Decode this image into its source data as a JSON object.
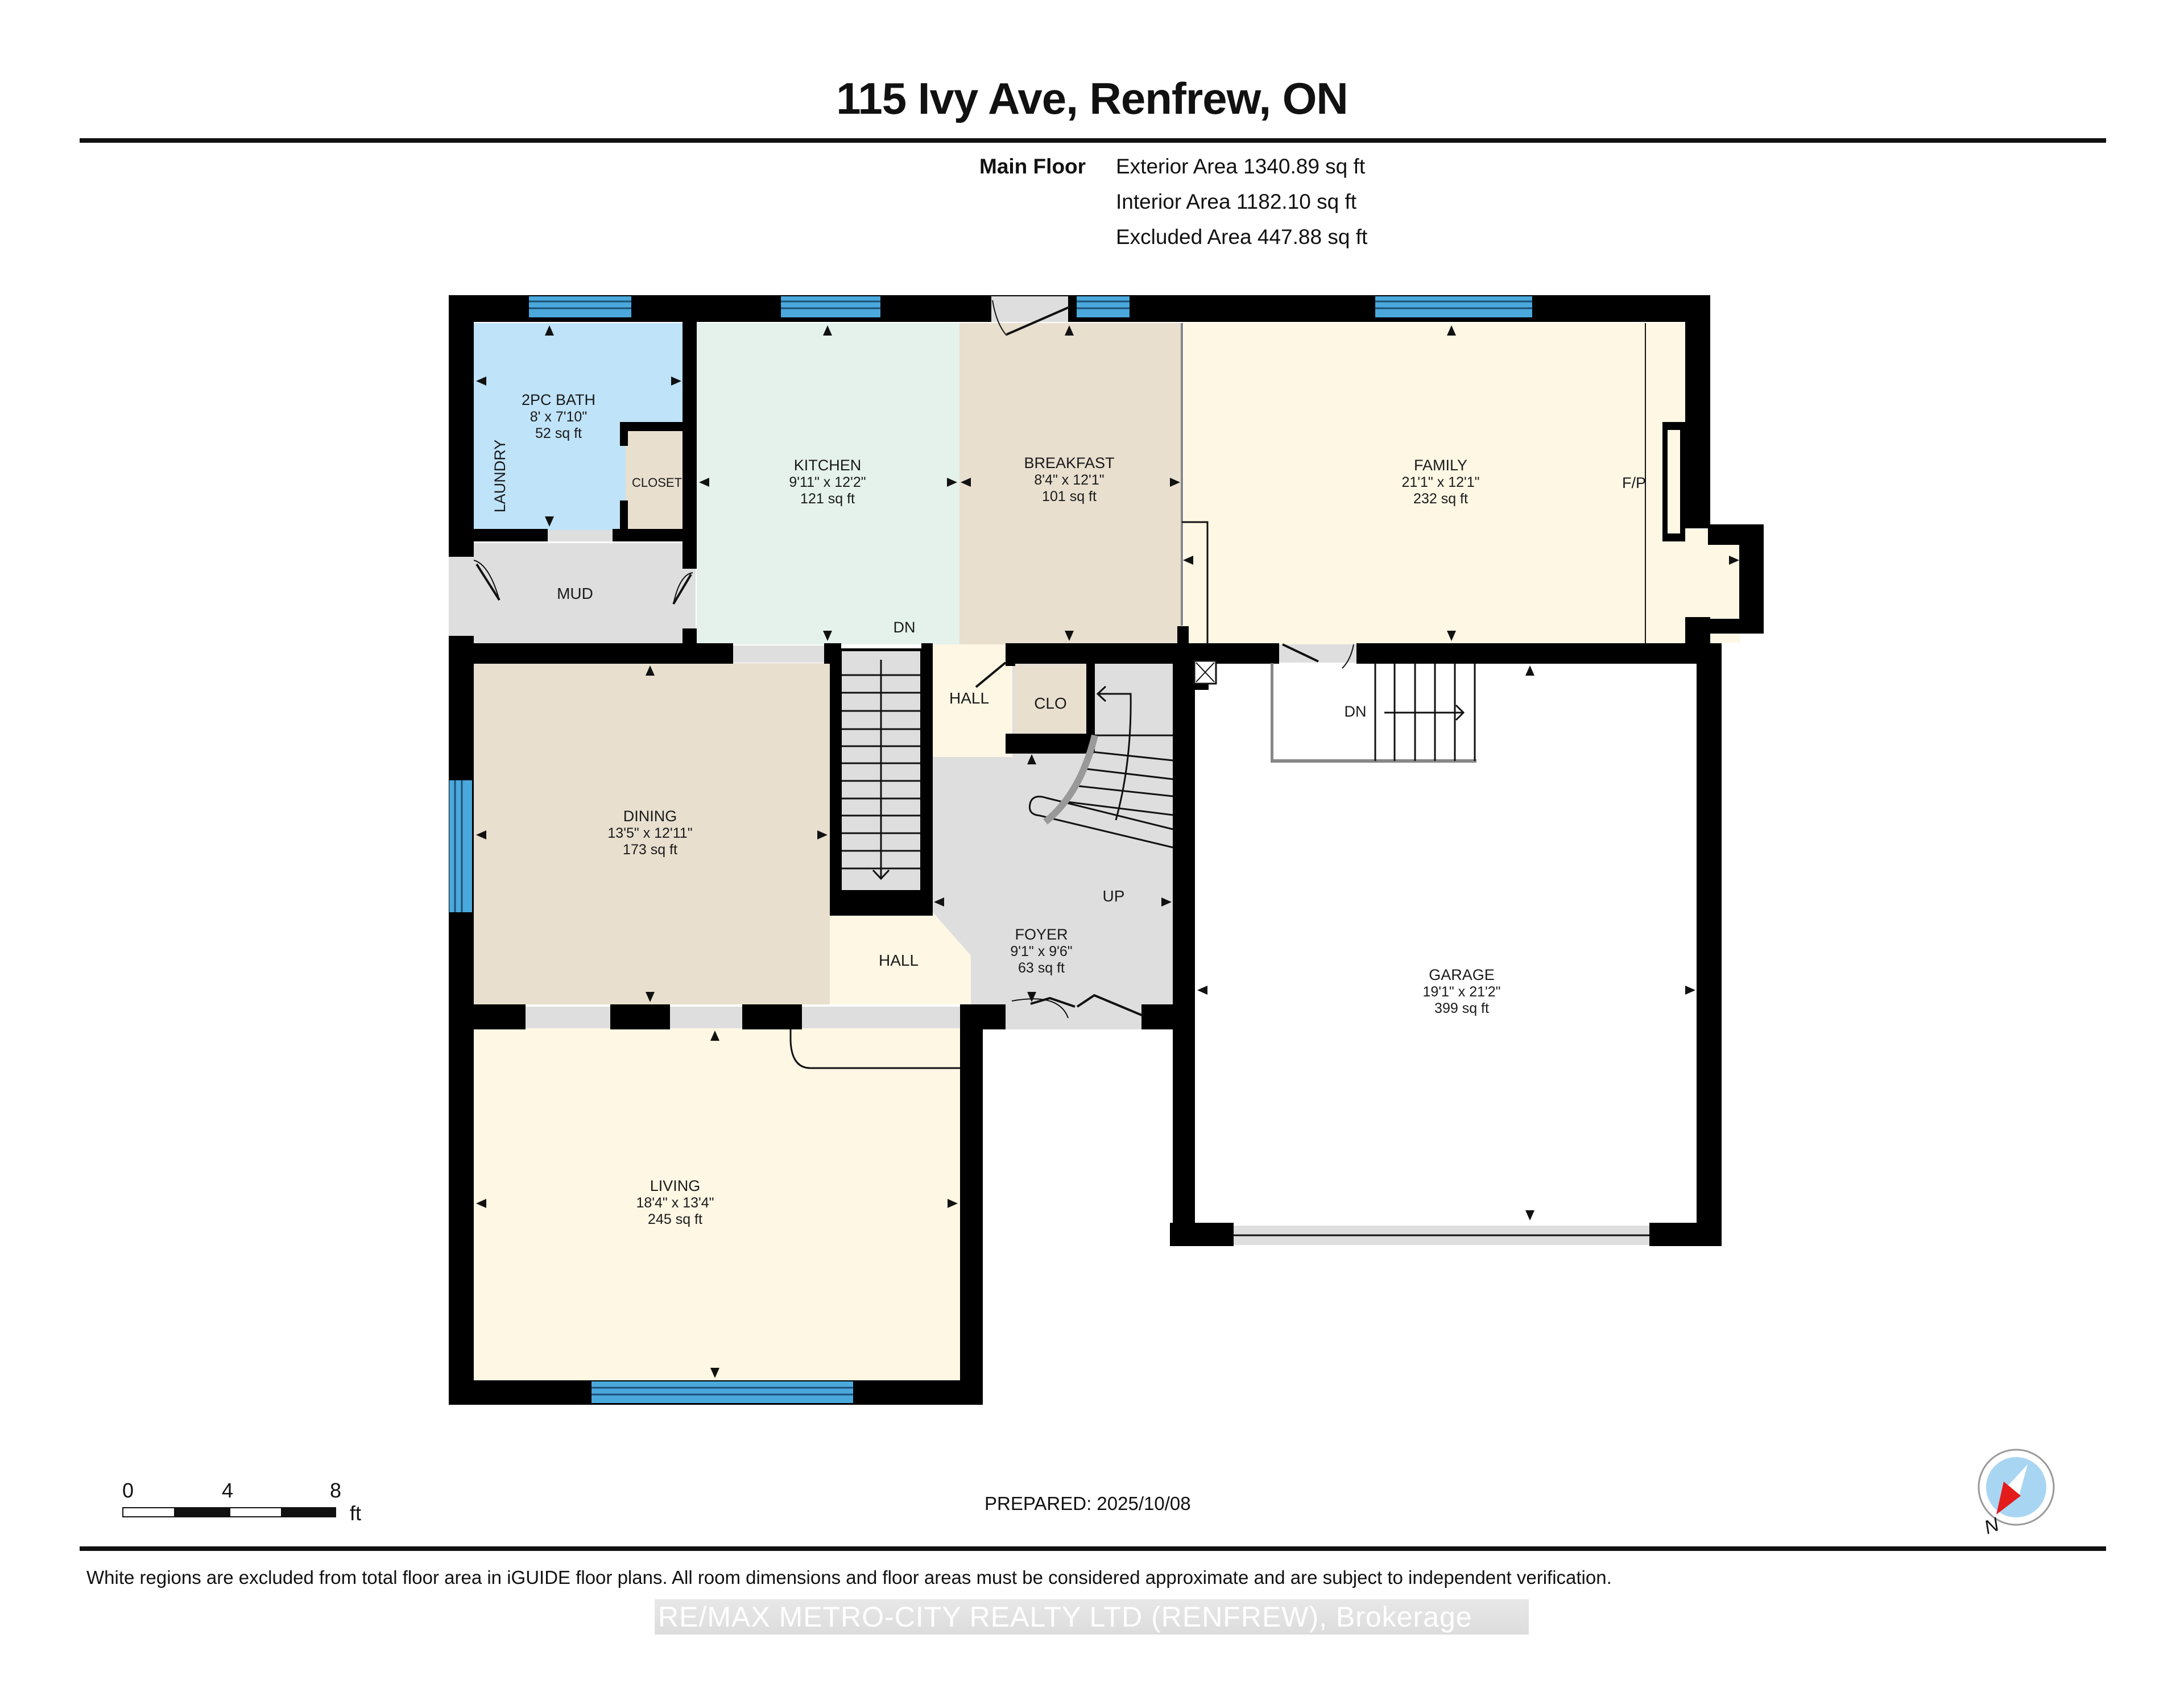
{
  "header": {
    "title": "115 Ivy Ave, Renfrew, ON",
    "floor_name": "Main Floor",
    "areas": [
      "Exterior Area 1340.89 sq ft",
      "Interior Area 1182.10 sq ft",
      "Excluded Area 447.88 sq ft"
    ]
  },
  "rooms": {
    "bath": {
      "name": "2PC BATH",
      "dims": "8' x 7'10\"",
      "area": "52 sq ft"
    },
    "laundry": {
      "name": "LAUNDRY"
    },
    "closet": {
      "name": "CLOSET"
    },
    "mud": {
      "name": "MUD"
    },
    "kitchen": {
      "name": "KITCHEN",
      "dims": "9'11\" x 12'2\"",
      "area": "121 sq ft"
    },
    "breakfast": {
      "name": "BREAKFAST",
      "dims": "8'4\" x 12'1\"",
      "area": "101 sq ft"
    },
    "family": {
      "name": "FAMILY",
      "dims": "21'1\" x 12'1\"",
      "area": "232 sq ft"
    },
    "fireplace": {
      "name": "F/P"
    },
    "dining": {
      "name": "DINING",
      "dims": "13'5\" x 12'11\"",
      "area": "173 sq ft"
    },
    "hall_upper": {
      "name": "HALL"
    },
    "clo": {
      "name": "CLO"
    },
    "hall_lower": {
      "name": "HALL"
    },
    "foyer": {
      "name": "FOYER",
      "dims": "9'1\" x 9'6\"",
      "area": "63 sq ft"
    },
    "garage": {
      "name": "GARAGE",
      "dims": "19'1\" x 21'2\"",
      "area": "399 sq ft"
    },
    "living": {
      "name": "LIVING",
      "dims": "18'4\" x 13'4\"",
      "area": "245 sq ft"
    }
  },
  "stairs": {
    "kitchen_down": "DN",
    "foyer_up": "UP",
    "garage_down": "DN"
  },
  "scale": {
    "ticks": [
      "0",
      "4",
      "8"
    ],
    "unit": "ft"
  },
  "prepared": "PREPARED: 2025/10/08",
  "compass": {
    "label": "N"
  },
  "footer": {
    "disclaimer": "White regions are excluded from total floor area in iGUIDE floor plans. All room dimensions and floor areas must be considered approximate and are subject to independent verification.",
    "watermark": "RE/MAX METRO-CITY REALTY LTD  (RENFREW), Brokerage"
  },
  "colors": {
    "wall": "#000000",
    "window": "#4aa8dc",
    "bath": "#bfe3f8",
    "kitchen": "#e5f2ec",
    "breakfast": "#e8dfcf",
    "family": "#fdf7e4",
    "dining": "#e8dfcf",
    "living": "#fdf7e4",
    "hall": "#fdf7e4",
    "foyer": "#dedede",
    "closet": "#e8dfcf",
    "mud": "#dedede",
    "garage": "#ffffff",
    "compass_red": "#e31b1b",
    "compass_blue": "#a8d5f2"
  }
}
